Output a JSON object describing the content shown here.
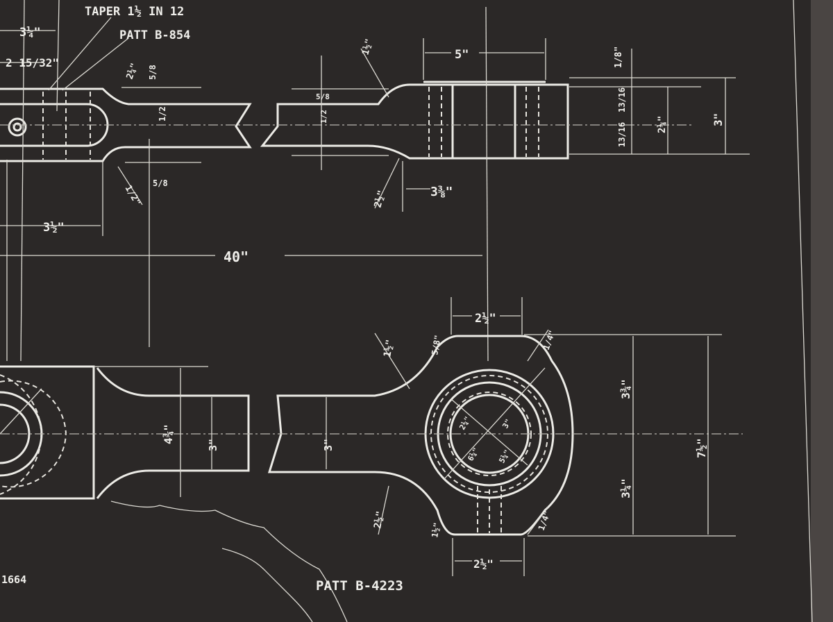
{
  "notes": {
    "taper": "TAPER 1½ IN 12",
    "patt_upper": "PATT B-854",
    "patt_lower": "PATT B-4223",
    "drawing_no": "1664"
  },
  "dimensions": {
    "d_3_1_4_top": "3¼\"",
    "d_2_15_32": "2 15/32\"",
    "d_2_1_4_upper": "2¼\"",
    "d_5_8_a": "5/8",
    "d_5_8_b": "5/8",
    "d_1_2_a": "1/2",
    "d_1_2_b": "1/2",
    "d_5_8_c": "5/8",
    "d_1_2_small": "1/2\"",
    "d_3_1_2": "3½\"",
    "d_40": "40\"",
    "d_1_1_2_upper": "1½\"",
    "d_5": "5\"",
    "d_1_8": "1/8\"",
    "d_13_16_a": "13/16",
    "d_13_16_b": "13/16",
    "d_2_1_4": "2¼\"",
    "d_3": "3\"",
    "d_2_1_2_upper": "2½\"",
    "d_3_3_8": "3⅜\"",
    "d_2_1_2_top_lower": "2½\"",
    "d_1_1_2_fillet": "1½\"",
    "d_5_8_fillet": "5/8\"",
    "d_1_4_fillet": "1/4\"",
    "d_4_3_4": "4¾\"",
    "d_3_left": "3\"",
    "d_3_mid": "3\"",
    "d_3_3_4": "3¾\"",
    "d_3_1_4": "3¼\"",
    "d_7_1_2": "7½\"",
    "d_2_1_2_fillet": "2½\"",
    "d_1_1_2_bottom": "1½\"",
    "d_1_4_bottom": "1/4\"",
    "d_2_1_2_bottom": "2½\"",
    "d_bore_a": "2¼\"",
    "d_bore_b": "3\"",
    "d_bore_c": "6¼\"",
    "d_bore_d": "5¼\""
  }
}
